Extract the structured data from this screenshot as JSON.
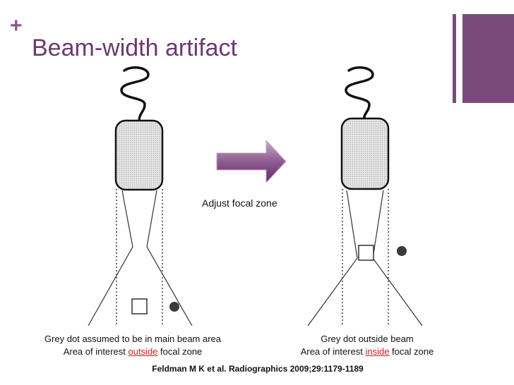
{
  "slide": {
    "plus_mark": "+",
    "title": "Beam-width artifact",
    "accent_color": "#6b3a6e",
    "bar_color": "#7b4a7c"
  },
  "diagram": {
    "arrow_label": "Adjust focal zone",
    "left_caption": {
      "line1": "Grey dot assumed to be in main beam area",
      "line2_pre": "Area of interest ",
      "line2_highlight": "outside",
      "line2_post": " focal zone"
    },
    "right_caption": {
      "line1": "Grey dot outside beam",
      "line2_pre": "Area of interest ",
      "line2_highlight": "inside",
      "line2_post": " focal zone"
    },
    "highlight_color": "#d02020"
  },
  "citation": "Feldman M K et al. Radiographics 2009;29:1179-1189"
}
